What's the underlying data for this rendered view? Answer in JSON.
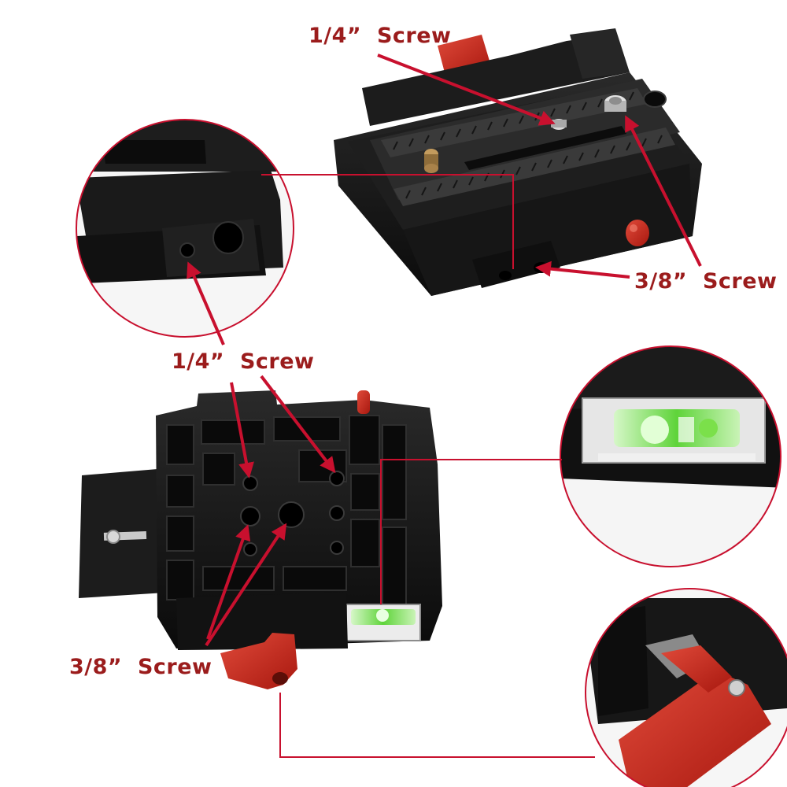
{
  "labels": {
    "top_quarter": "1/4”  Screw",
    "top_three_eighths": "3/8”  Screw",
    "mid_quarter": "1/4”  Screw",
    "bottom_three_eighths": "3/8”  Screw"
  },
  "colors": {
    "annotation": "#c8102e",
    "label_text": "#9b1c1c",
    "body": "#141414",
    "knob": "#cc2a1e",
    "bubble_level": "#7ed957",
    "brass_pin": "#b8945a"
  },
  "icons": [
    "arrow-icon",
    "magnifier-circle-icon",
    "screw-hole-icon",
    "bubble-level-icon",
    "knob-icon"
  ]
}
